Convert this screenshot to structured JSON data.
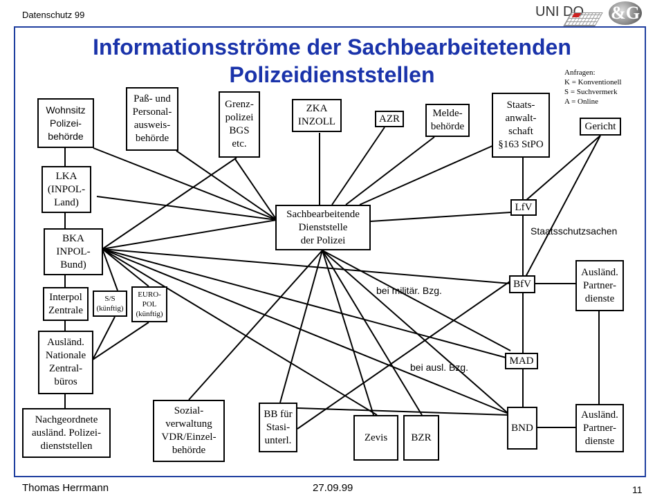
{
  "header": {
    "course": "Datenschutz 99"
  },
  "logos": {
    "uni": "UNI DO",
    "amp": "&G"
  },
  "title": {
    "line1": "Informationsströme der Sachbearbeitetenden",
    "line2": "Polizeidienststellen"
  },
  "legend": [
    "Anfragen:",
    "K = Konventionell",
    "S = Suchvermerk",
    "A = Online"
  ],
  "nodes": {
    "wohnsitz": "Wohnsitz\nPolizei-\nbehörde",
    "pass": "Paß- und\nPersonal-\nausweis-\nbehörde",
    "grenz": "Grenz-\npolizei\nBGS\netc.",
    "zka": "ZKA\nINZOLL",
    "azr": "AZR",
    "melde": "Melde-\nbehörde",
    "staats": "Staats-\nanwalt-\nschaft\n§163 StPO",
    "gericht": "Gericht",
    "lka": "LKA\n(INPOL-\nLand)",
    "sach": "Sachbearbeitende\nDienststelle\nder Polizei",
    "lfv": "LfV",
    "bka": "BKA\nINPOL-\nBund)",
    "interpol": "Interpol\nZentrale",
    "ss": "S/S\n(künftig)",
    "europol": "EURO-\nPOL\n(künftig)",
    "bfv": "BfV",
    "ausl_partner1": "Ausländ.\nPartner-\ndienste",
    "ausl_ncb": "Ausländ.\nNationale\nZentral-\nbüros",
    "mad": "MAD",
    "nachgeordnete": "Nachgeordnete\nausländ. Polizei-\ndienststellen",
    "sozial": "Sozial-\nverwaltung\nVDR/Einzel-\nbehörde",
    "bb": "BB für\nStasi-\nunterl.",
    "zevis": "Zevis",
    "bzr": "BZR",
    "bnd": "BND",
    "ausl_partner2": "Ausländ.\nPartner-\ndienste"
  },
  "labels": {
    "staatsschutz": "Staatsschutzsachen",
    "militaer": "bei militär. Bzg.",
    "ausl": "bei ausl. Bzg."
  },
  "footer": {
    "author": "Thomas Herrmann",
    "date": "27.09.99",
    "page": "11"
  }
}
